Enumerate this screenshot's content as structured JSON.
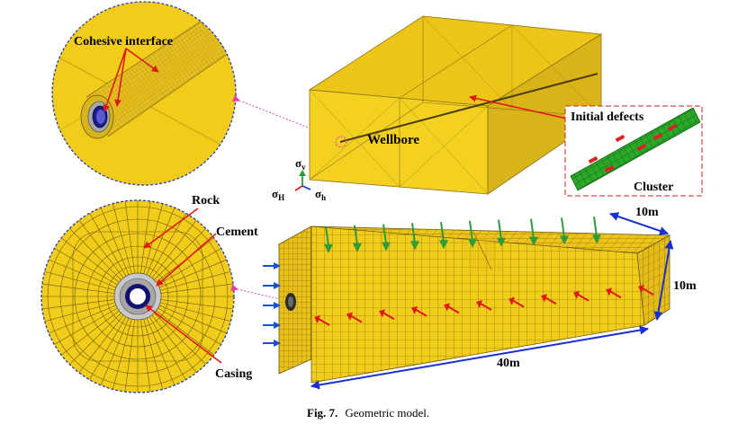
{
  "figure": {
    "caption_label": "Fig. 7.",
    "caption_text": "Geometric model."
  },
  "labels": {
    "cohesive_interface": "Cohesive interface",
    "wellbore": "Wellbore",
    "initial_defects": "Initial defects",
    "cluster": "Cluster",
    "rock": "Rock",
    "cement": "Cement",
    "casing": "Casing",
    "dim_width": "10m",
    "dim_height": "10m",
    "dim_length": "40m"
  },
  "axes": {
    "sigma": "σ",
    "v": "v",
    "H": "H",
    "h": "h"
  },
  "colors": {
    "rock_yellow": "#f2cc1a",
    "mesh_line": "#6b5a10",
    "cement_gray": "#9a9a9a",
    "casing_navy": "#14146e",
    "cluster_green": "#2aa82a",
    "defect_red": "#e02020",
    "arrow_red": "#e01818",
    "arrow_green": "#2e9a3a",
    "arrow_blue": "#1a4fd0",
    "callout_magenta": "#e040b0",
    "dim_blue": "#1a2fd0"
  }
}
